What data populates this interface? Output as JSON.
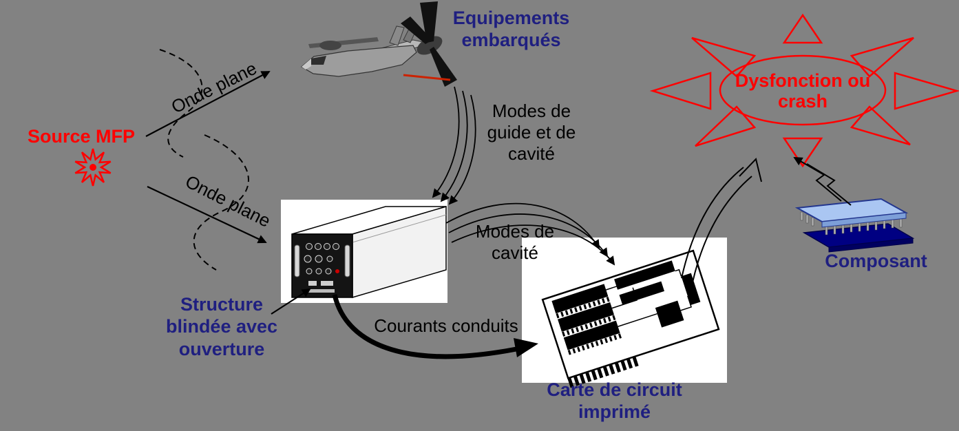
{
  "diagram": {
    "background_color": "#828282",
    "colors": {
      "accent_red": "#FF0000",
      "label_navy": "#1F1F80",
      "text_black": "#000000",
      "component_base_blue": "#000082",
      "component_lid_blue": "#AAC6F2"
    },
    "nodes": {
      "source": {
        "label": "Source MFP",
        "icon": "starburst-icon"
      },
      "aircraft": {
        "label": "Equipements\nembarqués",
        "icon": "aircraft-icon"
      },
      "shielded_box": {
        "label": "Structure\nblindée avec\nouverture",
        "icon": "shielded-box-icon"
      },
      "pcb": {
        "label": "Carte de circuit\nimprimé",
        "icon": "pcb-icon"
      },
      "component": {
        "label": "Composant",
        "icon": "component-icon"
      },
      "failure": {
        "label": "Dysfonction ou\ncrash",
        "icon": "sunburst-icon"
      }
    },
    "couplings": {
      "onde_plane_top": "Onde plane",
      "onde_plane_bottom": "Onde plane",
      "modes_guide_cavite": "Modes de\nguide et de\ncavité",
      "modes_cavite": "Modes de\ncavité",
      "courants_conduits": "Courants conduits"
    }
  }
}
